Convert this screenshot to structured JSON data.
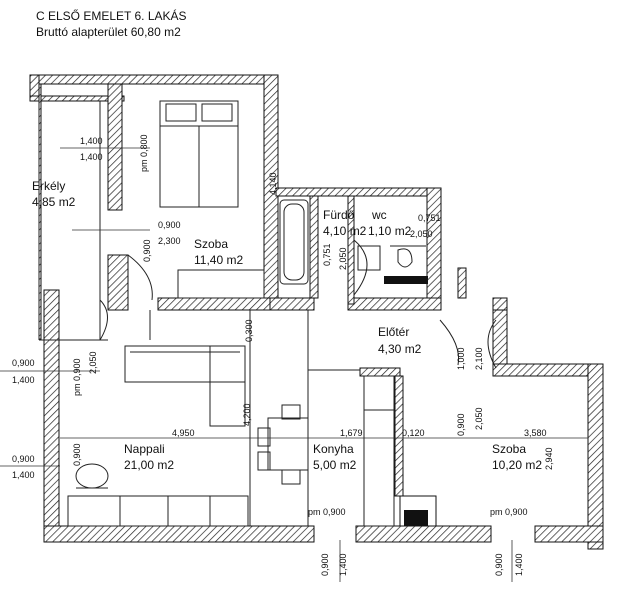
{
  "header": {
    "title": "C ELSŐ EMELET 6. LAKÁS",
    "subtitle": "Bruttó alapterület 60,80 m2"
  },
  "rooms": {
    "erkely": {
      "name": "Erkély",
      "area": "4,85 m2"
    },
    "szoba1": {
      "name": "Szoba",
      "area": "11,40 m2"
    },
    "furdo": {
      "name": "Fürdő",
      "area": "4,10 m2"
    },
    "wc": {
      "name": "wc",
      "area": "1,10 m2"
    },
    "eloter": {
      "name": "Előtér",
      "area": "4,30 m2"
    },
    "nappali": {
      "name": "Nappali",
      "area": "21,00 m2"
    },
    "konyha": {
      "name": "Konyha",
      "area": "5,00 m2"
    },
    "szoba2": {
      "name": "Szoba",
      "area": "10,20 m2"
    }
  },
  "dimensions": {
    "d1400a": "1,400",
    "d1400b": "1,400",
    "pm0800": "pm 0,800",
    "d4140": "4,140",
    "d0900a": "0,900",
    "d0900b": "0,900",
    "d2300": "2,300",
    "d0751a": "0,751",
    "d2050a": "2,050",
    "d0751b": "0,751",
    "d2050b": "2,050",
    "d0300": "0,300",
    "d0900c": "0,900",
    "d1400c": "1,400",
    "pm0900a": "pm 0,900",
    "d2050c": "2,050",
    "d1000": "1,000",
    "d2100": "2,100",
    "d0900d": "0,900",
    "d2050d": "2,050",
    "d4200": "4,200",
    "d4950": "4,950",
    "d1679": "1,679",
    "d0120": "0,120",
    "d3580": "3,580",
    "d2940": "2,940",
    "d0900e": "0,900",
    "d1400d": "1,400",
    "d0900f": "0,900",
    "pm0900b": "pm 0,900",
    "pm0900c": "pm 0,900",
    "d0900g": "0,900",
    "d1400e": "1,400",
    "d0900h": "0,900",
    "d1400f": "1,400"
  }
}
